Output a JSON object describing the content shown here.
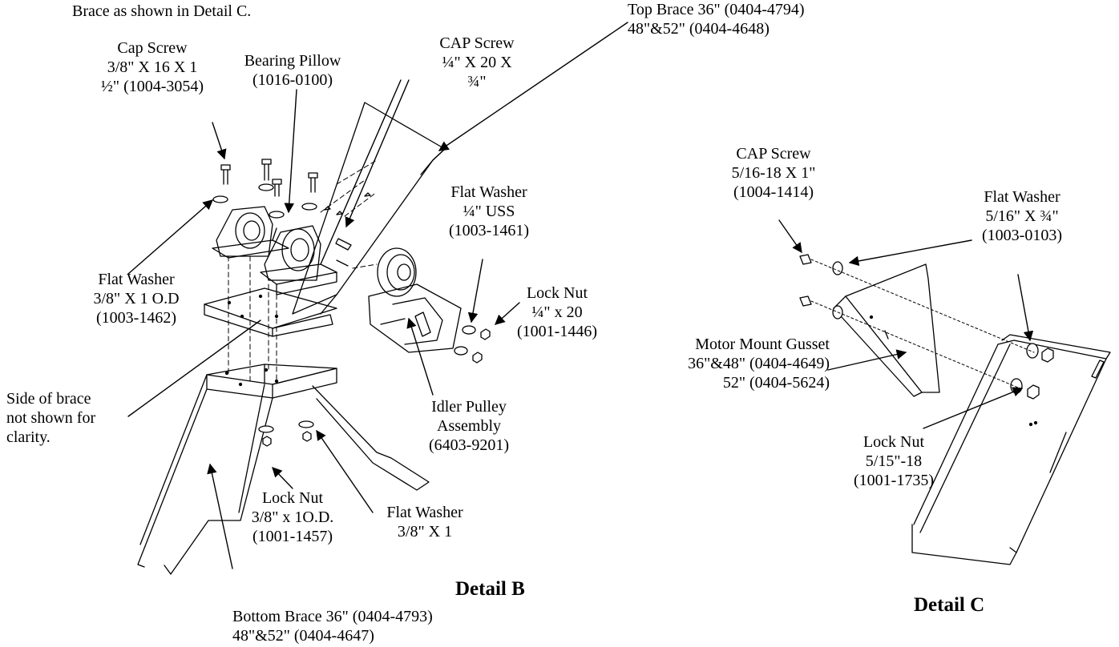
{
  "intro": "Brace as shown in Detail C.",
  "detail_b": {
    "title": "Detail B",
    "cap_screw_38": [
      "Cap Screw",
      "3/8\" X 16 X 1",
      "½\" (1004-3054)"
    ],
    "bearing_pillow": [
      "Bearing Pillow",
      "(1016-0100)"
    ],
    "cap_screw_14": [
      "CAP Screw",
      "¼\" X 20 X",
      "¾\""
    ],
    "top_brace": [
      "Top Brace 36\" (0404-4794)",
      "48\"&52\" (0404-4648)"
    ],
    "flat_washer_14": [
      "Flat Washer",
      "¼\" USS",
      "(1003-1461)"
    ],
    "lock_nut_14": [
      "Lock Nut",
      "¼\" x 20",
      "(1001-1446)"
    ],
    "flat_washer_38_od": [
      "Flat Washer",
      "3/8\" X 1 O.D",
      "(1003-1462)"
    ],
    "side_note": [
      "Side of brace",
      "not shown for",
      "clarity."
    ],
    "idler_pulley": [
      "Idler Pulley",
      "Assembly",
      "(6403-9201)"
    ],
    "lock_nut_38": [
      "Lock Nut",
      "3/8\" x 1O.D.",
      "(1001-1457)"
    ],
    "flat_washer_38_b": [
      "Flat Washer",
      "3/8\" X 1"
    ],
    "bottom_brace": [
      "Bottom Brace 36\" (0404-4793)",
      "48\"&52\" (0404-4647)"
    ]
  },
  "detail_c": {
    "title": "Detail C",
    "cap_screw_516": [
      "CAP Screw",
      "5/16-18 X 1\"",
      "(1004-1414)"
    ],
    "flat_washer_516": [
      "Flat Washer",
      "5/16\" X ¾\"",
      "(1003-0103)"
    ],
    "motor_mount": [
      "Motor Mount Gusset",
      "36\"&48\" (0404-4649)",
      "52\" (0404-5624)"
    ],
    "lock_nut_516": [
      "Lock Nut",
      "5/15\"-18",
      "(1001-1735)"
    ]
  }
}
